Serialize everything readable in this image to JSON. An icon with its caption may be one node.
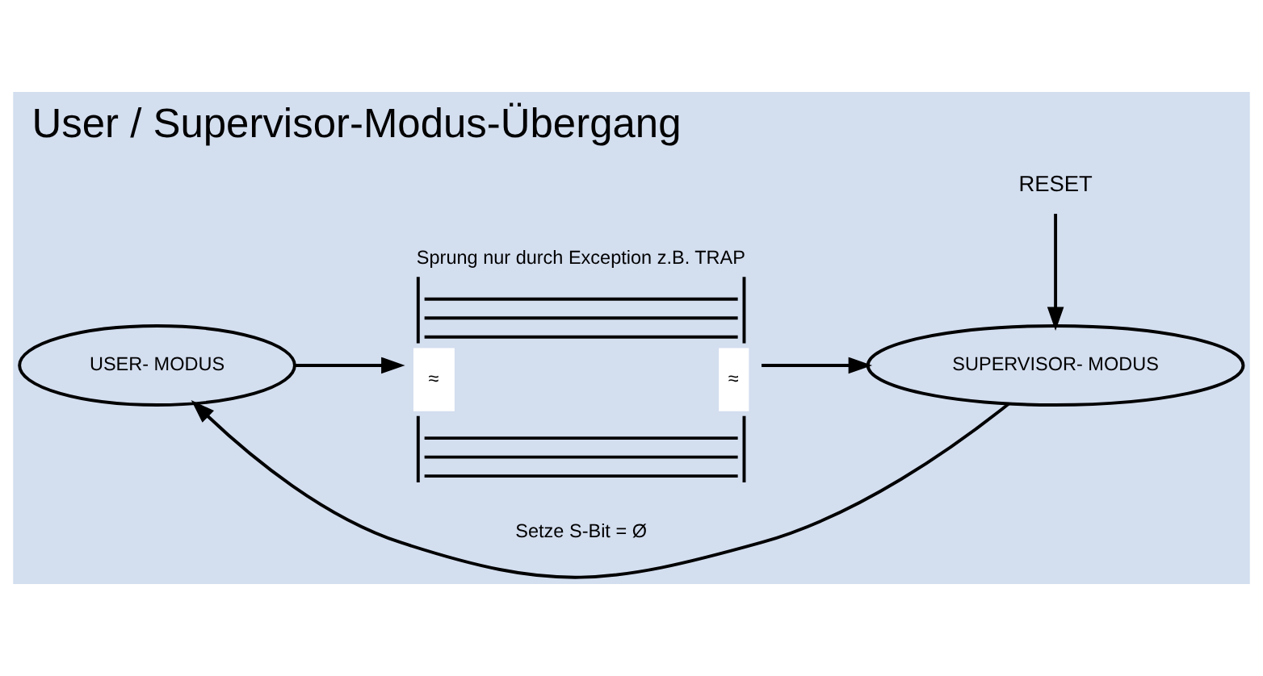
{
  "diagram": {
    "title": "User / Supervisor-Modus-Übergang",
    "nodes": [
      {
        "text": [
          "Sprung nur durch Exception z.B. TRAP"
        ]
      },
      {
        "text": [
          "USER- MODUS"
        ]
      },
      {
        "text": [
          "SUPERVISOR- MODUS"
        ]
      },
      {
        "text": [
          "RESET"
        ]
      }
    ],
    "edges": [
      {
        "from": 1,
        "to": 0,
        "arrow": "to"
      },
      {
        "from": 0,
        "to": 2,
        "arrow": "to"
      },
      {
        "from": 3,
        "to": 2,
        "arrow": "to"
      },
      {
        "from": 2,
        "to": 1,
        "arrow": "to",
        "label": "Setze S-Bit = Ø"
      }
    ],
    "labels": [
      "≈",
      "≈"
    ]
  }
}
